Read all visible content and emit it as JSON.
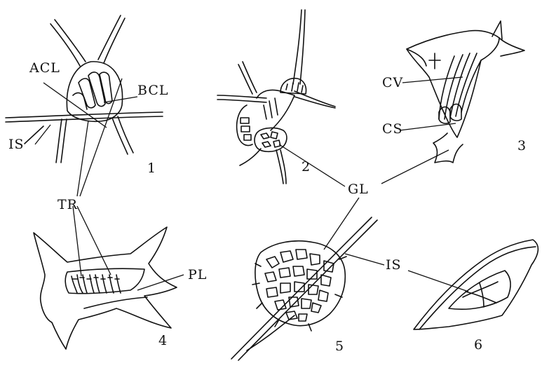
{
  "figure": {
    "labels": {
      "acl": "ACL",
      "bcl": "BCL",
      "is_1": "IS",
      "tr": "TR",
      "cv": "CV",
      "cs": "CS",
      "gl": "GL",
      "pl": "PL",
      "is_2": "IS"
    },
    "panel_numbers": [
      "1",
      "2",
      "3",
      "4",
      "5",
      "6"
    ]
  }
}
